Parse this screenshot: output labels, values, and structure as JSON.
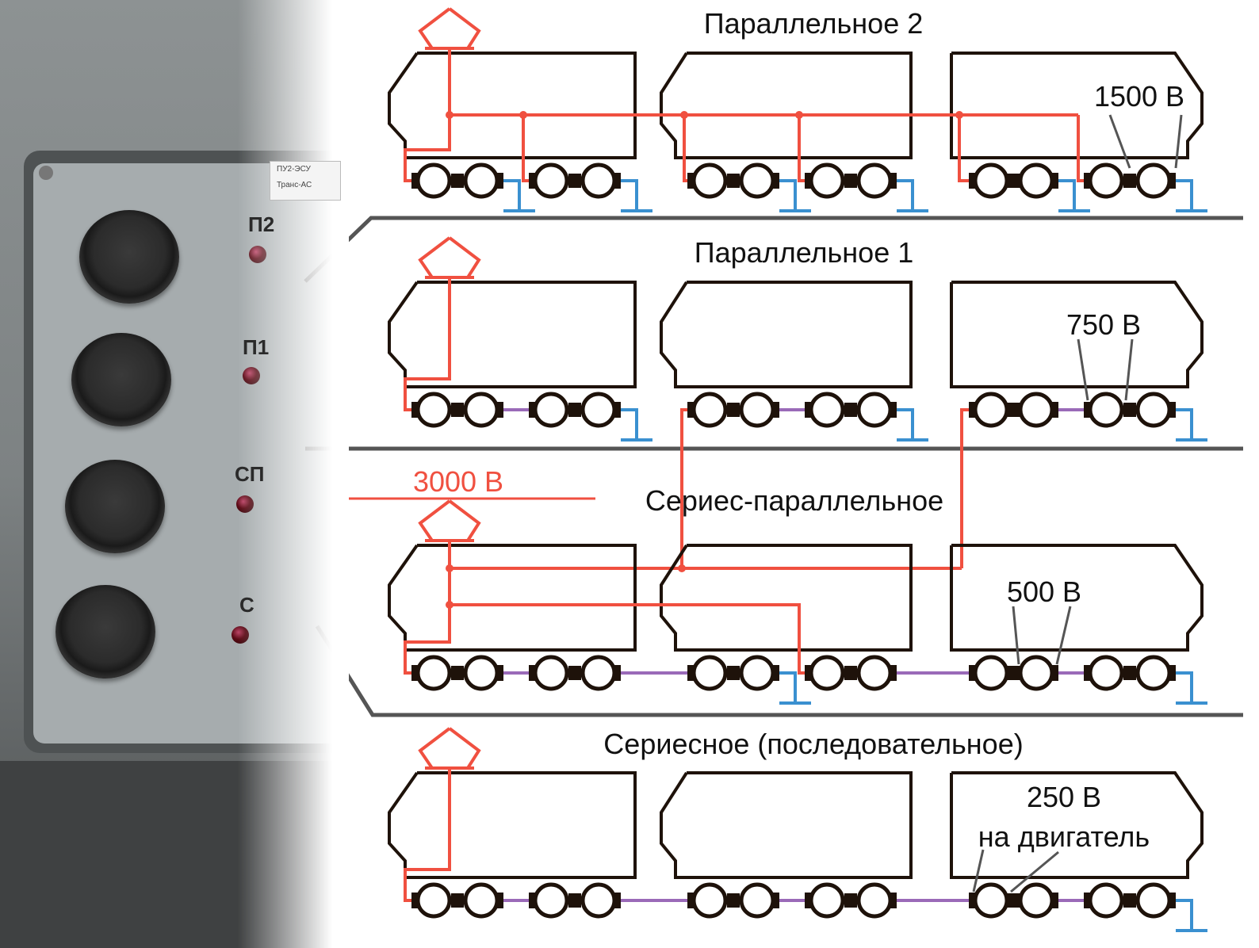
{
  "photo": {
    "plate_lines": [
      "ПУ2-ЭСУ",
      "Транс-АС"
    ],
    "indicators": [
      {
        "label": "П2"
      },
      {
        "label": "П1"
      },
      {
        "label": "СП"
      },
      {
        "label": "С"
      }
    ]
  },
  "diagram": {
    "supply_voltage": "3000 В",
    "modes": [
      {
        "title": "Параллельное 2",
        "voltage": "1500 В",
        "voltage_note": ""
      },
      {
        "title": "Параллельное 1",
        "voltage": "750 В",
        "voltage_note": ""
      },
      {
        "title": "Сериес-параллельное",
        "voltage": "500 В",
        "voltage_note": ""
      },
      {
        "title": "Сериесное (последовательное)",
        "voltage": "250 В",
        "voltage_note": "на двигатель"
      }
    ]
  },
  "colors": {
    "power": "#f05040",
    "motor_link": "#9a6ab8",
    "ground": "#3a90d0",
    "body": "#1e120a",
    "divider": "#555555"
  }
}
